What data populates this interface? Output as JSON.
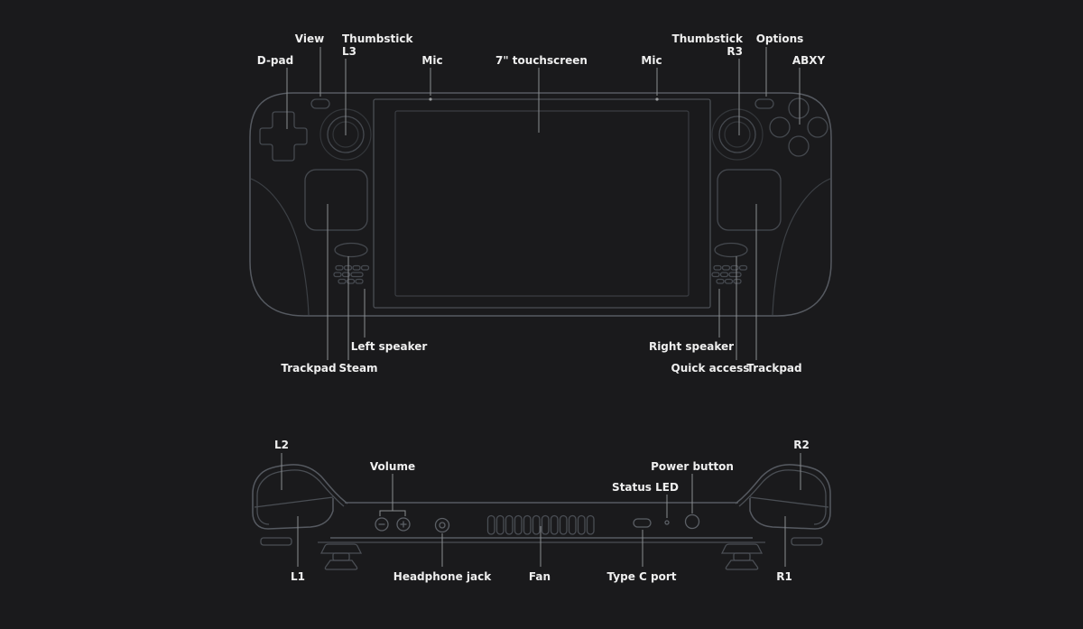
{
  "front_view": {
    "labels": {
      "dpad": "D-pad",
      "view": "View",
      "thumbstick_left_line1": "Thumbstick",
      "thumbstick_left_line2": "L3",
      "mic_left": "Mic",
      "touchscreen": "7\" touchscreen",
      "mic_right": "Mic",
      "thumbstick_right_line1": "Thumbstick",
      "thumbstick_right_line2": "R3",
      "options": "Options",
      "abxy": "ABXY",
      "left_speaker": "Left speaker",
      "trackpad_left": "Trackpad",
      "steam": "Steam",
      "right_speaker": "Right speaker",
      "quick_access": "Quick access",
      "trackpad_right": "Trackpad"
    }
  },
  "top_view": {
    "labels": {
      "l2": "L2",
      "r2": "R2",
      "volume": "Volume",
      "power_button": "Power button",
      "status_led": "Status LED",
      "l1": "L1",
      "headphone_jack": "Headphone jack",
      "fan": "Fan",
      "type_c_port": "Type C port",
      "r1": "R1"
    }
  },
  "colors": {
    "background": "#1a1a1c",
    "body_outline": "#565a61",
    "component_outline": "#45494f",
    "faint_outline": "#33363a",
    "leader_line": "#8b8d90",
    "label_text": "#efefef"
  }
}
